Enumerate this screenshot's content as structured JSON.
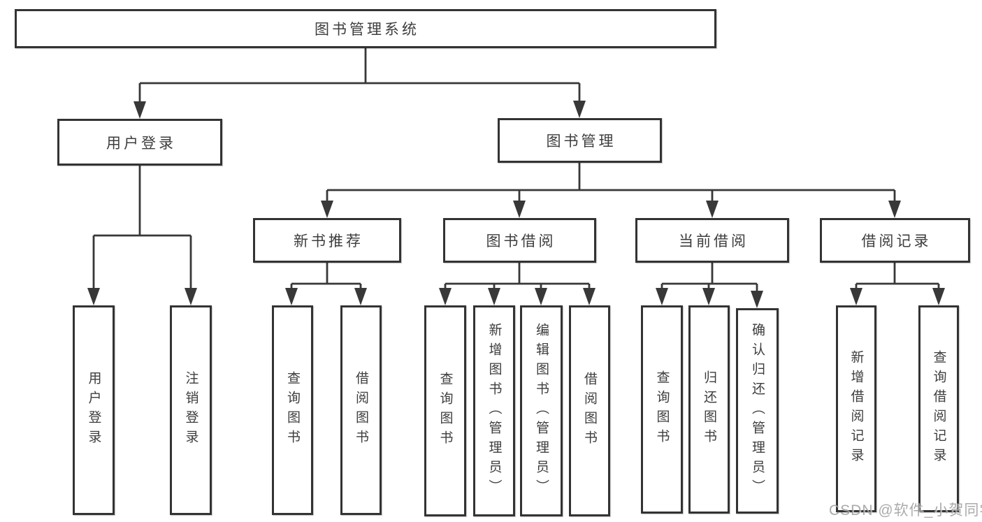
{
  "root": {
    "label": "图书管理系统"
  },
  "branches": {
    "user_login": {
      "label": "用户登录",
      "children": {
        "login": "用户登录",
        "logout": "注销登录"
      }
    },
    "book_management": {
      "label": "图书管理",
      "children": {
        "new_book_recommend": {
          "label": "新书推荐",
          "children": {
            "query_books": "查询图书",
            "borrow_books": "借阅图书"
          }
        },
        "book_borrowing": {
          "label": "图书借阅",
          "children": {
            "query_books": "查询图书",
            "add_books": "新增图书（管理员）",
            "edit_books": "编辑图书（管理员）",
            "borrow_books": "借阅图书"
          }
        },
        "current_borrowing": {
          "label": "当前借阅",
          "children": {
            "query_books": "查询图书",
            "return_books": "归还图书",
            "confirm_return": "确认归还（管理员）"
          }
        },
        "borrowing_records": {
          "label": "借阅记录",
          "children": {
            "add_record": "新增借阅记录",
            "query_record": "查询借阅记录"
          }
        }
      }
    }
  },
  "watermark": "CSDN @软件_小贺同学",
  "colors": {
    "line": "#383838",
    "border": "#333333",
    "text": "#3d3d3d",
    "background": "#ffffff",
    "watermark": "#9c9c9c"
  }
}
